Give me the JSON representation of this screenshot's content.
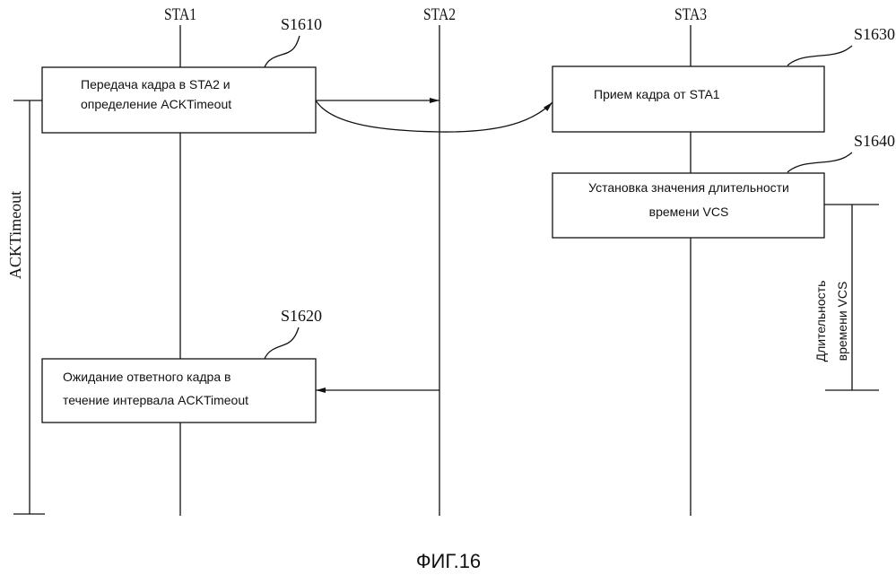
{
  "stations": {
    "sta1": "STA1",
    "sta2": "STA2",
    "sta3": "STA3"
  },
  "steps": {
    "s1610": {
      "label": "S1610",
      "line1": "Передача кадра в STA2 и",
      "line2": "определение ACKTimeout"
    },
    "s1620": {
      "label": "S1620",
      "line1": "Ожидание ответного кадра в",
      "line2": "течение интервала ACKTimeout"
    },
    "s1630": {
      "label": "S1630",
      "line1": "Прием кадра от STA1"
    },
    "s1640": {
      "label": "S1640",
      "line1": "Установка значения длительности",
      "line2": "времени VCS"
    }
  },
  "brackets": {
    "ack_timeout": "ACKTimeout",
    "vcs_line1": "Длительность",
    "vcs_line2": "времени VCS"
  },
  "figure_caption": "ФИГ.16"
}
